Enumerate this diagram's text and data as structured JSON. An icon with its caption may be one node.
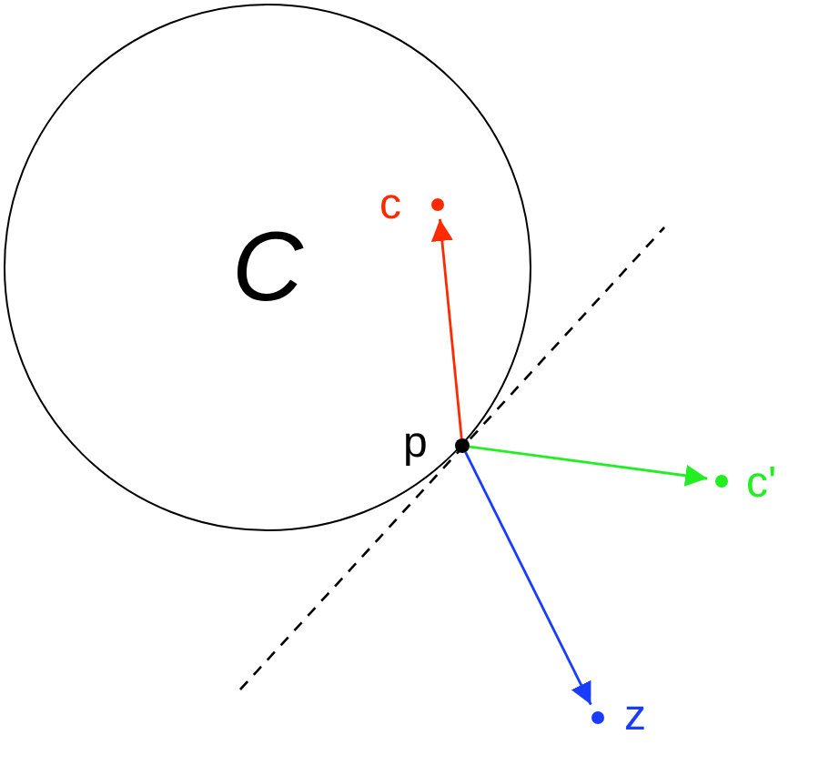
{
  "diagram": {
    "nodes": [
      {
        "text": [
          "C"
        ]
      },
      {
        "text": [],
        "shape": "circle",
        "beside": [
          "p"
        ],
        "in": 0
      },
      {
        "text": [],
        "shape": "circle",
        "beside": [
          "c"
        ],
        "in": 0
      },
      {
        "text": [],
        "shape": "circle",
        "beside": [
          "c'"
        ]
      },
      {
        "text": [],
        "shape": "circle",
        "beside": [
          "z"
        ]
      }
    ],
    "edges": [
      {
        "from": 1,
        "to": 2,
        "arrow": "to",
        "color": "#ff2a00"
      },
      {
        "from": 1,
        "to": 3,
        "arrow": "to",
        "color": "#22ee22"
      },
      {
        "from": 1,
        "to": 4,
        "arrow": "to",
        "color": "#1a3cff"
      }
    ]
  }
}
